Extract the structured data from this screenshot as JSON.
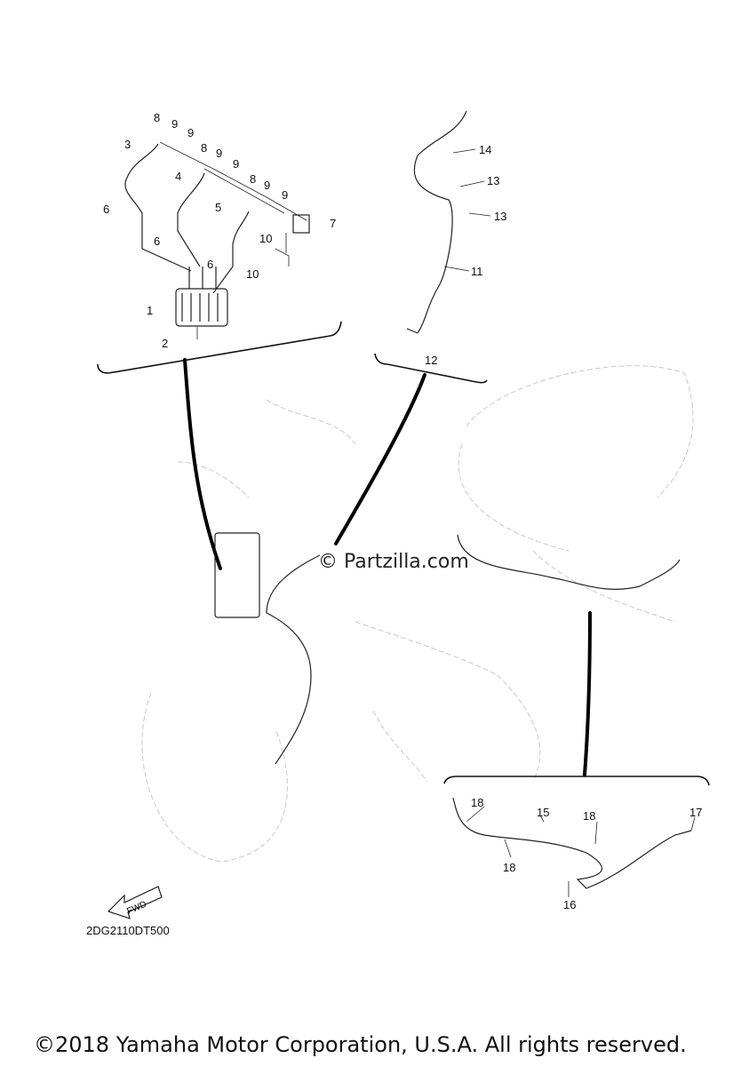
{
  "watermark": "© Partzilla.com",
  "diagram_code": "2DG2110DT500",
  "fwd_label": "FWD",
  "copyright": "©2018 Yamaha Motor Corporation, U.S.A. All rights reserved.",
  "callouts": [
    "1",
    "2",
    "3",
    "4",
    "5",
    "6",
    "7",
    "8",
    "9",
    "10",
    "11",
    "12",
    "13",
    "14",
    "15",
    "16",
    "17",
    "18"
  ]
}
